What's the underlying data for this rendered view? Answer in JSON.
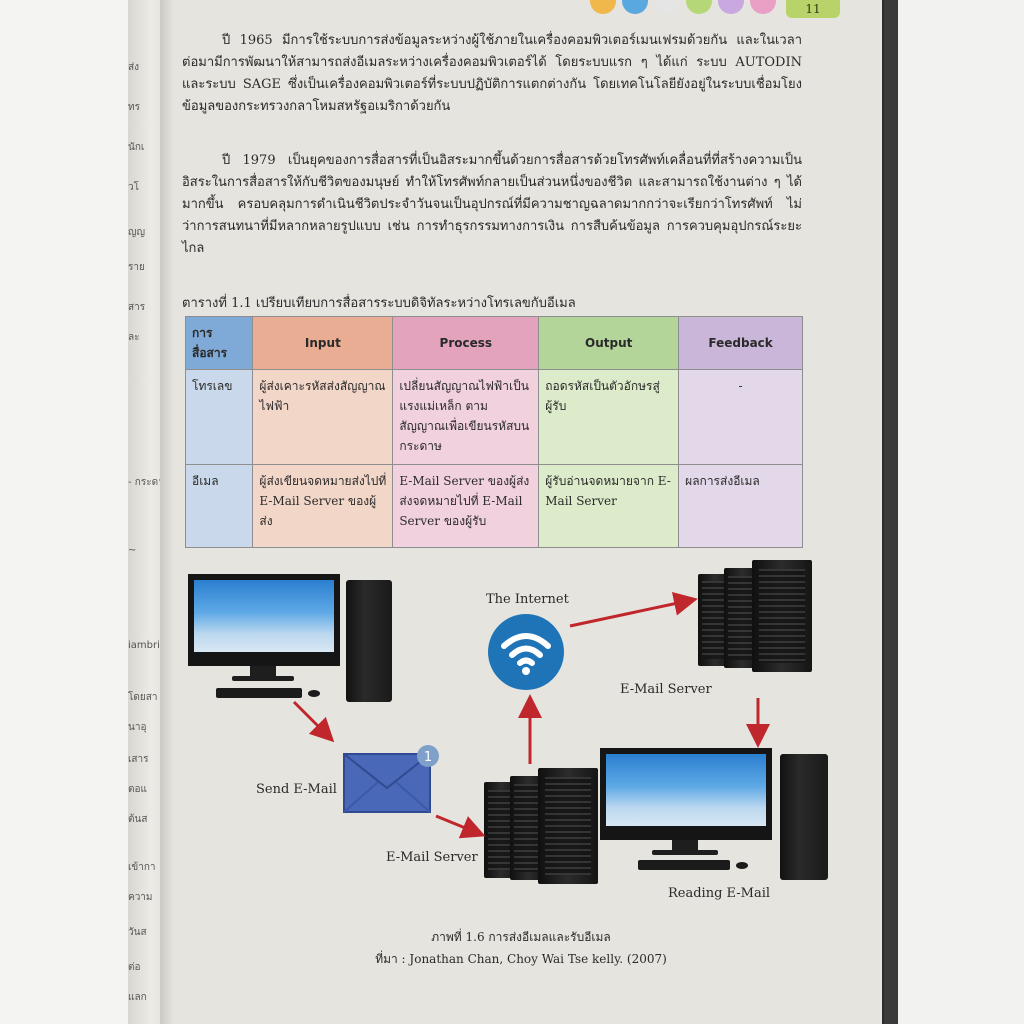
{
  "page": {
    "number": "11",
    "header_dot_colors": [
      "#f0b74a",
      "#5aa8e0",
      "#e5e5e5",
      "#b6d778",
      "#c9a8e0",
      "#e9a0c4"
    ]
  },
  "paragraphs": [
    "ปี 1965 มีการใช้ระบบการส่งข้อมูลระหว่างผู้ใช้ภายในเครื่องคอมพิวเตอร์เมนเฟรมด้วยกัน และในเวลาต่อมามีการพัฒนาให้สามารถส่งอีเมลระหว่างเครื่องคอมพิวเตอร์ได้ โดยระบบแรก ๆ ได้แก่ ระบบ AUTODIN และระบบ SAGE ซึ่งเป็นเครื่องคอมพิวเตอร์ที่ระบบปฏิบัติการแตกต่างกัน โดยเทคโนโลยียังอยู่ในระบบเชื่อมโยงข้อมูลของกระทรวงกลาโหมสหรัฐอเมริกาด้วยกัน",
    "ปี 1979 เป็นยุคของการสื่อสารที่เป็นอิสระมากขึ้นด้วยการสื่อสารด้วยโทรศัพท์เคลื่อนที่ที่สร้างความเป็นอิสระในการสื่อสารให้กับชีวิตของมนุษย์ ทำให้โทรศัพท์กลายเป็นส่วนหนึ่งของชีวิต และสามารถใช้งานต่าง ๆ ได้มากขึ้น ครอบคลุมการดำเนินชีวิตประจำวันจนเป็นอุปกรณ์ที่มีความชาญฉลาดมากกว่าจะเรียกว่าโทรศัพท์ ไม่ว่าการสนทนาที่มีหลากหลายรูปแบบ เช่น การทำธุรกรรมทางการเงิน การสืบค้นข้อมูล การควบคุมอุปกรณ์ระยะไกล"
  ],
  "table": {
    "caption": "ตารางที่ 1.1 เปรียบเทียบการสื่อสารระบบดิจิทัลระหว่างโทรเลขกับอีเมล",
    "headers": [
      "การสื่อสาร",
      "Input",
      "Process",
      "Output",
      "Feedback"
    ],
    "rows": [
      [
        "โทรเลข",
        "ผู้ส่งเคาะรหัสส่งสัญญาณไฟฟ้า",
        "เปลี่ยนสัญญาณไฟฟ้าเป็นแรงแม่เหล็ก ตามสัญญาณเพื่อเขียนรหัสบนกระดาษ",
        "ถอดรหัสเป็นตัวอักษรสู่ผู้รับ",
        "-"
      ],
      [
        "อีเมล",
        "ผู้ส่งเขียนจดหมายส่งไปที่ E-Mail Server ของผู้ส่ง",
        "E-Mail Server ของผู้ส่งส่งจดหมายไปที่ E-Mail Server ของผู้รับ",
        "ผู้รับอ่านจดหมายจาก E-Mail Server",
        "ผลการส่งอีเมล"
      ]
    ]
  },
  "diagram": {
    "labels": {
      "internet": "The Internet",
      "server_top": "E-Mail Server",
      "send": "Send E-Mail",
      "server_bottom": "E-Mail Server",
      "reading": "Reading E-Mail"
    },
    "notification_count": "1",
    "arrow_color": "#c0272d",
    "wifi_color": "#1f74b8",
    "envelope_color": "#4a68b8"
  },
  "figure": {
    "caption": "ภาพที่ 1.6 การส่งอีเมลและรับอีเมล",
    "source": "ที่มา : Jonathan Chan, Choy Wai Tse kelly. (2007)"
  },
  "left_page_fragments": [
    "ส่ง",
    "ทร",
    "นักเ",
    "วโ",
    "ญญ",
    "ราย",
    "สาร",
    "ละ",
    "- กระดาษ",
    "~",
    "iambrica_e_",
    "โดยสา",
    "นาอุ",
    "เสาร",
    "ตอแ",
    "ต้นส",
    "เข้ากา",
    "ความ",
    "วันส",
    "ต่อ",
    "แลก"
  ]
}
